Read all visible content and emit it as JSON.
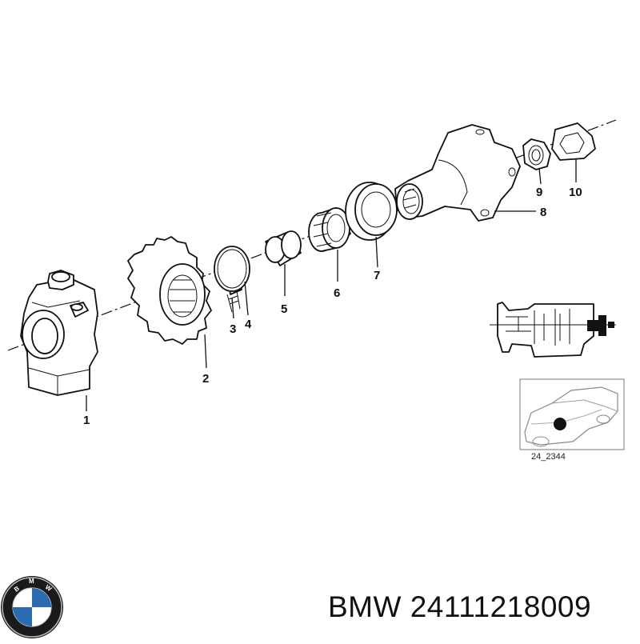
{
  "diagram": {
    "callouts": [
      {
        "id": "1",
        "label": "1"
      },
      {
        "id": "2",
        "label": "2"
      },
      {
        "id": "3",
        "label": "3"
      },
      {
        "id": "4",
        "label": "4"
      },
      {
        "id": "5",
        "label": "5"
      },
      {
        "id": "6",
        "label": "6"
      },
      {
        "id": "7",
        "label": "7"
      },
      {
        "id": "8",
        "label": "8"
      },
      {
        "id": "9",
        "label": "9"
      },
      {
        "id": "10",
        "label": "10"
      }
    ],
    "reference_code": "24_2344"
  },
  "logo": {
    "lettering": "BMW",
    "icon": "bmw-roundel-icon"
  },
  "caption": {
    "text": "BMW 24111218009"
  }
}
